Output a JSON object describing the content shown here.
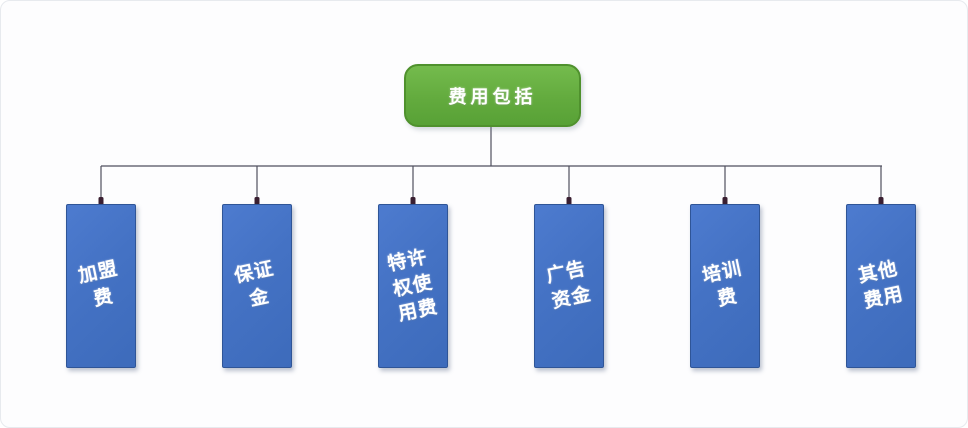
{
  "diagram": {
    "type": "tree",
    "root": {
      "label": "费用包括"
    },
    "children": [
      {
        "id": "franchise-fee",
        "label": "加盟\n费"
      },
      {
        "id": "deposit",
        "label": "保证\n金"
      },
      {
        "id": "royalty-fee",
        "label": "特许\n权使\n用费"
      },
      {
        "id": "ad-fund",
        "label": "广告\n资金"
      },
      {
        "id": "training-fee",
        "label": "培训\n费"
      },
      {
        "id": "other-fees",
        "label": "其他\n费用"
      }
    ],
    "colors": {
      "root_fill": "#63ab3e",
      "root_border": "#4f912d",
      "child_fill": "#4472c4",
      "child_border": "#2f5597",
      "connector_line": "#50505f",
      "anchor_dot": "#3a1f31",
      "label_text": "#ffffff",
      "canvas_background": "#fdfdfe"
    }
  }
}
